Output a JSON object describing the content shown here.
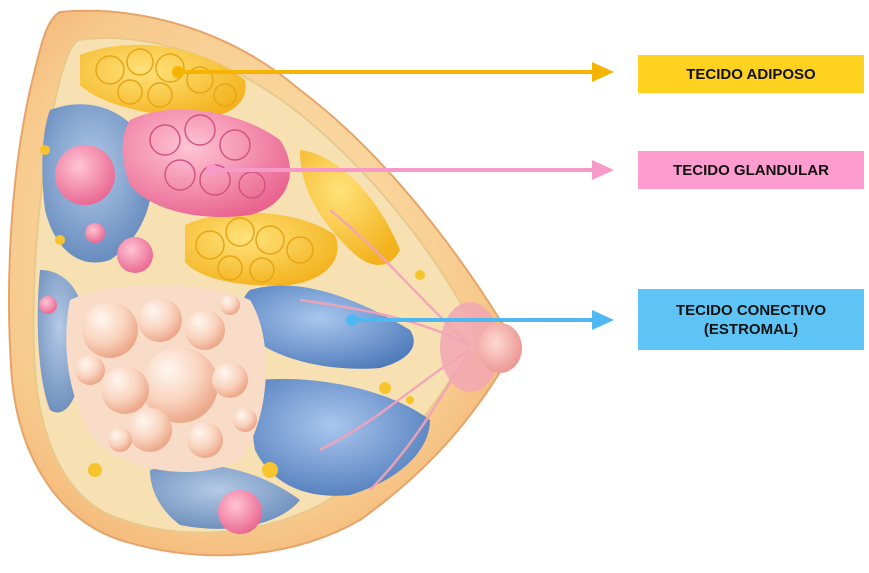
{
  "labels": {
    "adipose": "TECIDO ADIPOSO",
    "glandular": "TECIDO GLANDULAR",
    "connective_line1": "TECIDO CONECTIVO",
    "connective_line2": "(ESTROMAL)"
  },
  "colors": {
    "adipose": "#ffd21f",
    "adipose_arrow": "#f5b400",
    "glandular": "#ff9ccf",
    "glandular_arrow": "#f79ac9",
    "connective": "#5ec4f5",
    "connective_arrow": "#4fb8f0"
  }
}
